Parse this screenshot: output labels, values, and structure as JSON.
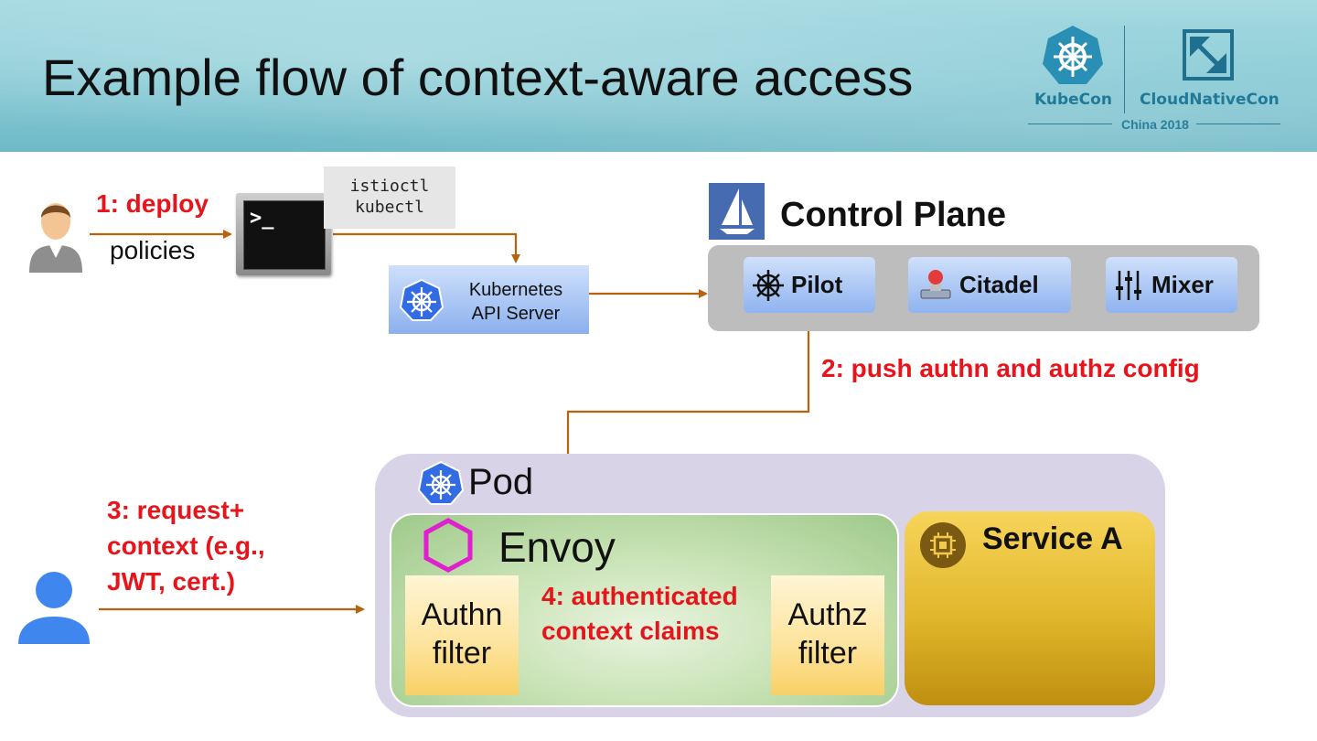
{
  "title": "Example flow of context-aware access",
  "logos": {
    "left": "KubeCon",
    "right": "CloudNativeCon",
    "sub": "China 2018"
  },
  "step1": {
    "label": "1: deploy",
    "sub": "policies"
  },
  "cli": {
    "line1": "istioctl",
    "line2": "kubectl"
  },
  "k8s_api": {
    "line1": "Kubernetes",
    "line2": "API Server"
  },
  "control_plane": {
    "title": "Control Plane",
    "components": [
      "Pilot",
      "Citadel",
      "Mixer"
    ]
  },
  "step2": "2: push authn and authz config",
  "pod": {
    "label": "Pod"
  },
  "envoy": {
    "label": "Envoy"
  },
  "step3": {
    "line1": "3: request+",
    "line2": "context (e.g.,",
    "line3": "JWT, cert.)"
  },
  "authn": {
    "line1": "Authn",
    "line2": "filter"
  },
  "authz": {
    "line1": "Authz",
    "line2": "filter"
  },
  "step4": {
    "line1": "4: authenticated",
    "line2": "context claims"
  },
  "service": {
    "label": "Service A"
  },
  "colors": {
    "arrow": "#b8620e",
    "step_text": "#e8141b",
    "envoy_hex": "#e01fce",
    "istio_blue": "#466bb0"
  }
}
